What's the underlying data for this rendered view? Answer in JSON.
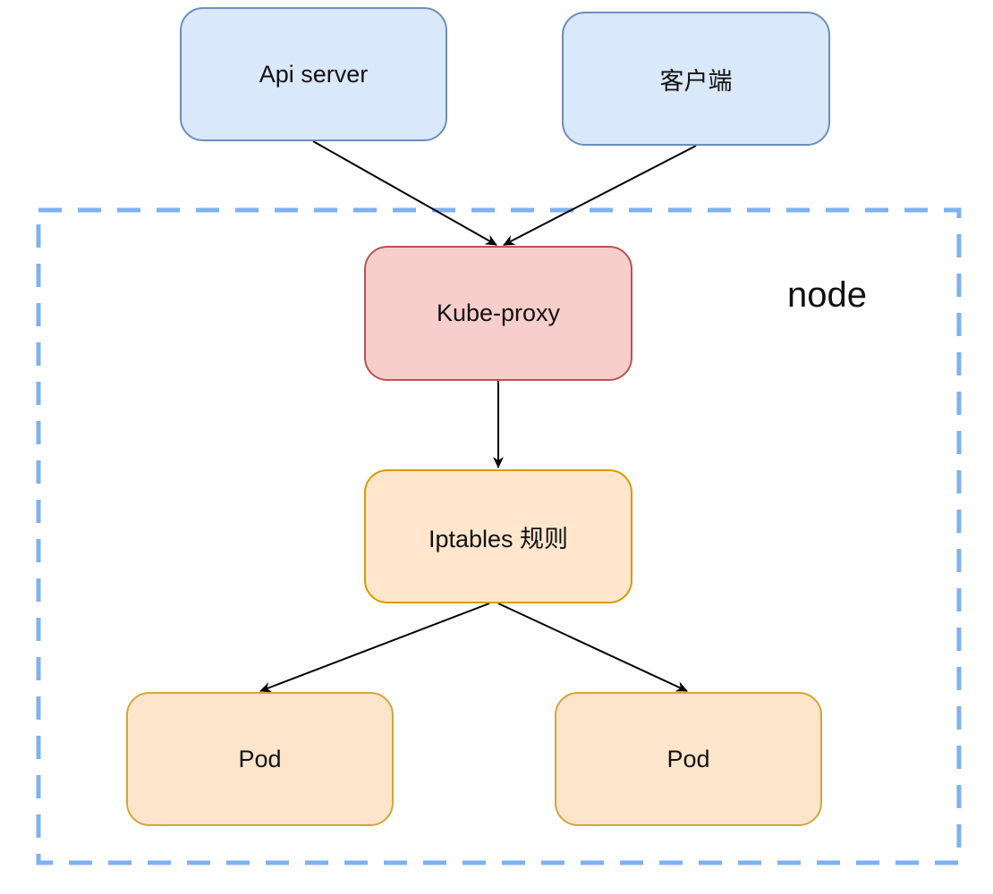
{
  "diagram": {
    "nodes": {
      "api_server": "Api server",
      "client": "客户端",
      "kube_proxy": "Kube-proxy",
      "iptables": "Iptables 规则",
      "pod_left": "Pod",
      "pod_right": "Pod"
    },
    "container_label": "node",
    "edges": [
      {
        "from": "Api server",
        "to": "Kube-proxy"
      },
      {
        "from": "客户端",
        "to": "Kube-proxy"
      },
      {
        "from": "Kube-proxy",
        "to": "Iptables 规则"
      },
      {
        "from": "Iptables 规则",
        "to": "Pod"
      },
      {
        "from": "Iptables 规则",
        "to": "Pod"
      }
    ]
  },
  "colors": {
    "container_border": "#7eb1f2",
    "blue_fill": "#dae8fc",
    "red_fill": "#f8cecc",
    "orange_fill": "#ffe6cc"
  }
}
